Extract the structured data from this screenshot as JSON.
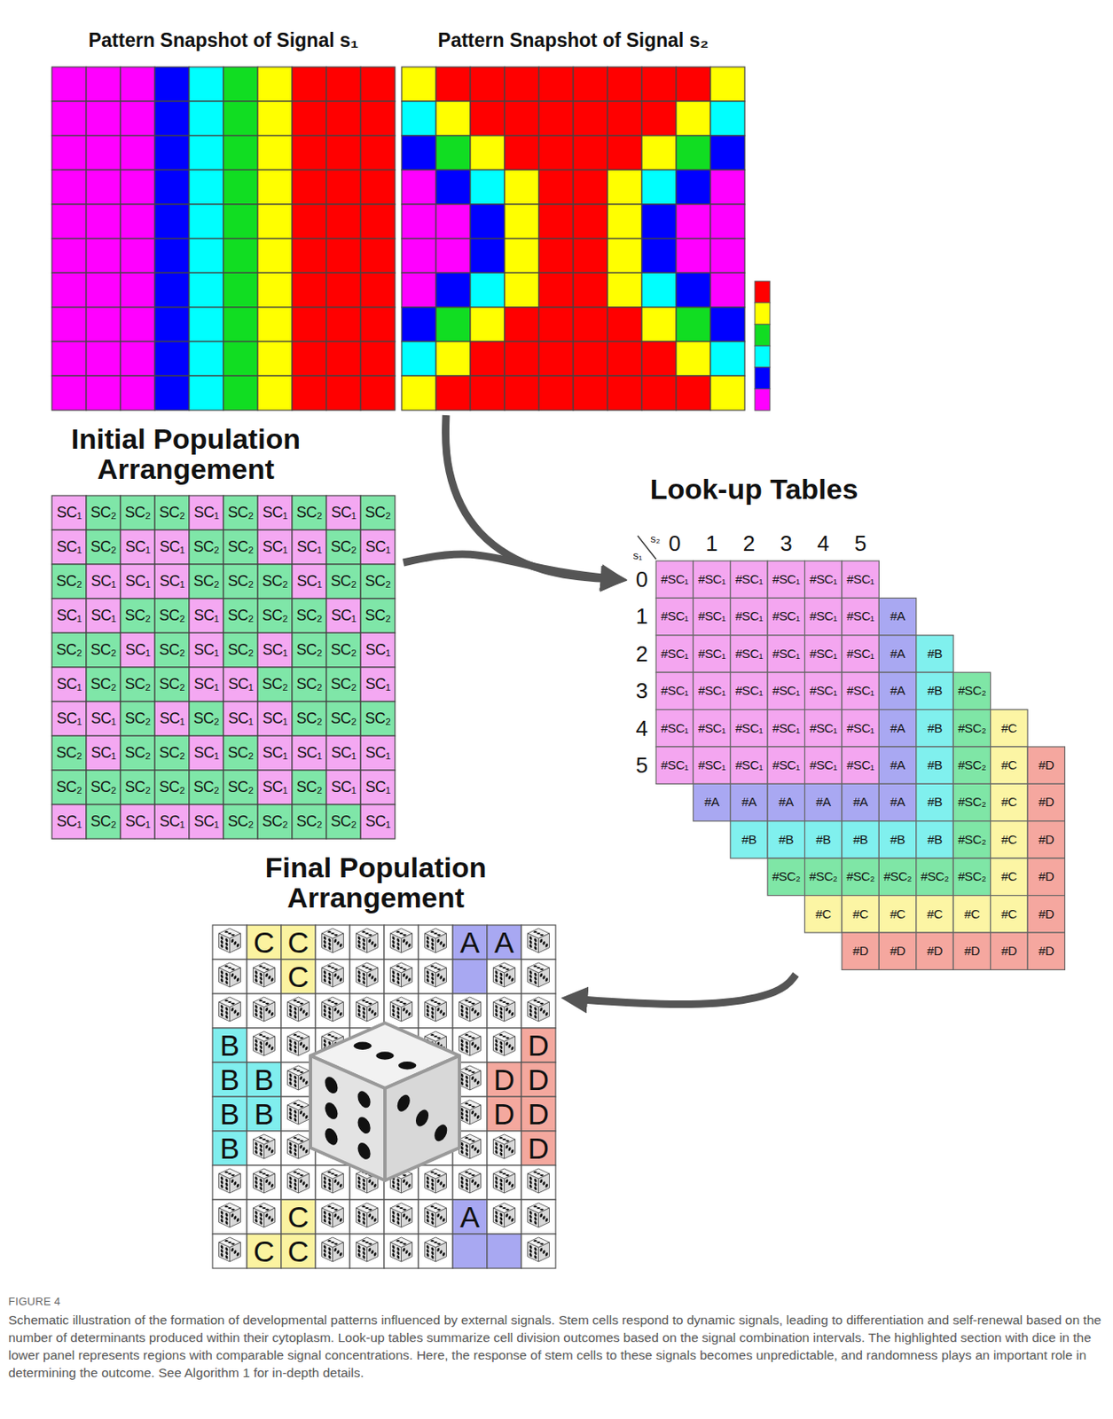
{
  "diagram": {
    "caption": "Schematic illustration of the formation of developmental patterns influenced by external signals. Stem cells respond to dynamic signals, leading to differentiation and self-renewal based on the number of determinants produced within their cytoplasm. Look-up tables summarize cell division outcomes based on the signal combination intervals. The highlighted section with dice in the lower panel represents regions with comparable signal concentrations. Here, the response of stem cells to these signals becomes unpredictable, and randomness plays an important role in determining the outcome. See Algorithm 1 for in-depth details.",
    "nodes": [
      {
        "text": [
          "Pattern Snapshot of Signal s₁"
        ]
      },
      {
        "text": [
          "Pattern Snapshot of Signal s₂"
        ]
      },
      {
        "text": [
          "Initial Population Arrangement"
        ]
      },
      {
        "text": [
          "Look-up Tables"
        ]
      },
      {
        "text": [
          "Final Population Arrangement"
        ]
      }
    ],
    "edges": [
      {
        "from": 1,
        "to": 3,
        "arrow": "to"
      },
      {
        "from": 2,
        "to": 3,
        "arrow": "to"
      },
      {
        "from": 3,
        "to": 4,
        "arrow": "to"
      }
    ],
    "labels": [
      "SC₁",
      "SC₂",
      "SC₂",
      "SC₂",
      "SC₁",
      "SC₂",
      "SC₁",
      "SC₂",
      "SC₁",
      "SC₂",
      "SC₁",
      "SC₂",
      "SC₁",
      "SC₁",
      "SC₂",
      "SC₂",
      "SC₁",
      "SC₁",
      "SC₂",
      "SC₁",
      "SC₂",
      "SC₁",
      "SC₁",
      "SC₁",
      "SC₂",
      "SC₂",
      "SC₂",
      "SC₁",
      "SC₂",
      "SC₂",
      "SC₁",
      "SC₁",
      "SC₂",
      "SC₂",
      "SC₁",
      "SC₂",
      "SC₂",
      "SC₂",
      "SC₁",
      "SC₂",
      "SC₂",
      "SC₂",
      "SC₁",
      "SC₂",
      "SC₁",
      "SC₂",
      "SC₁",
      "SC₂",
      "SC₂",
      "SC₁",
      "SC₁",
      "SC₂",
      "SC₂",
      "SC₂",
      "SC₁",
      "SC₁",
      "SC₂",
      "SC₂",
      "SC₂",
      "SC₁",
      "SC₁",
      "SC₁",
      "SC₂",
      "SC₁",
      "SC₂",
      "SC₁",
      "SC₁",
      "SC₂",
      "SC₂",
      "SC₂",
      "SC₂",
      "SC₁",
      "SC₂",
      "SC₂",
      "SC₁",
      "SC₂",
      "SC₁",
      "SC₁",
      "SC₁",
      "SC₁",
      "SC₂",
      "SC₂",
      "SC₂",
      "SC₂",
      "SC₂",
      "SC₂",
      "SC₁",
      "SC₂",
      "SC₁",
      "SC₁",
      "SC₁",
      "SC₂",
      "SC₁",
      "SC₁",
      "SC₁",
      "SC₂",
      "SC₂",
      "SC₂",
      "SC₂",
      "SC₁",
      "s₂",
      "s₁",
      "0",
      "1",
      "2",
      "3",
      "4",
      "5",
      "0",
      "1",
      "2",
      "3",
      "4",
      "5",
      "#SC₁",
      "#SC₁",
      "#SC₁",
      "#SC₁",
      "#SC₁",
      "#SC₁",
      "#SC₁",
      "#SC₁",
      "#SC₁",
      "#SC₁",
      "#SC₁",
      "#SC₁",
      "#A",
      "#SC₁",
      "#SC₁",
      "#SC₁",
      "#SC₁",
      "#SC₁",
      "#SC₁",
      "#A",
      "#B",
      "#SC₁",
      "#SC₁",
      "#SC₁",
      "#SC₁",
      "#SC₁",
      "#SC₁",
      "#A",
      "#B",
      "#SC₂",
      "#SC₁",
      "#SC₁",
      "#SC₁",
      "#SC₁",
      "#SC₁",
      "#SC₁",
      "#A",
      "#B",
      "#SC₂",
      "#C",
      "#SC₁",
      "#SC₁",
      "#SC₁",
      "#SC₁",
      "#SC₁",
      "#SC₁",
      "#A",
      "#B",
      "#SC₂",
      "#C",
      "#D",
      "#A",
      "#A",
      "#A",
      "#A",
      "#A",
      "#A",
      "#B",
      "#SC₂",
      "#C",
      "#D",
      "#B",
      "#B",
      "#B",
      "#B",
      "#B",
      "#B",
      "#SC₂",
      "#C",
      "#D",
      "#SC₂",
      "#SC₂",
      "#SC₂",
      "#SC₂",
      "#SC₂",
      "#SC₂",
      "#C",
      "#D",
      "#C",
      "#C",
      "#C",
      "#C",
      "#C",
      "#C",
      "#D",
      "#D",
      "#D",
      "#D",
      "#D",
      "#D",
      "#D",
      "C",
      "C",
      "A",
      "A",
      "C",
      "B",
      "D",
      "B",
      "B",
      "D",
      "D",
      "B",
      "B",
      "D",
      "D",
      "B",
      "D",
      "C",
      "A",
      "C",
      "C",
      "FIGURE 4"
    ]
  }
}
